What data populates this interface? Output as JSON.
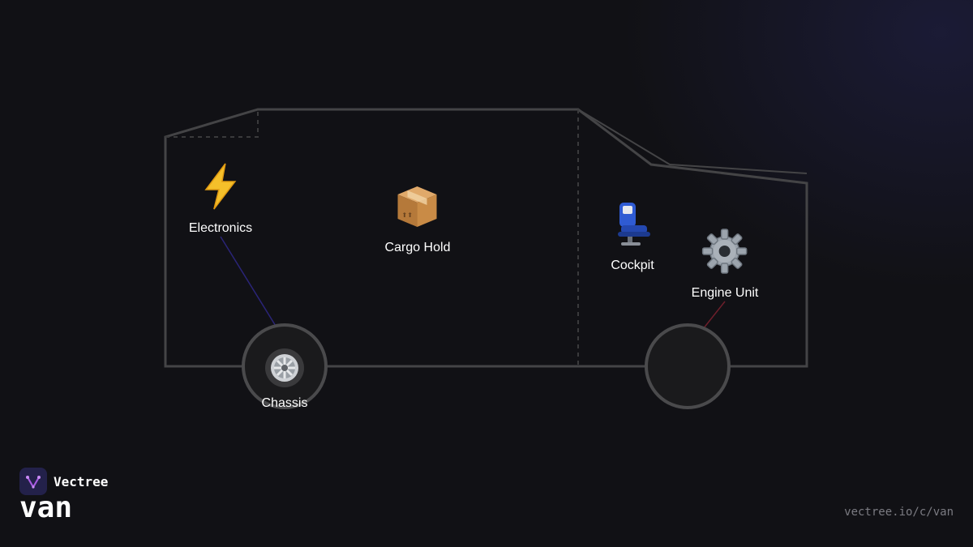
{
  "diagram": {
    "parts": [
      {
        "id": "electronics",
        "label": "Electronics",
        "icon": "lightning-bolt-icon",
        "glyph": "⚡"
      },
      {
        "id": "cargo",
        "label": "Cargo Hold",
        "icon": "package-box-icon",
        "glyph": "📦"
      },
      {
        "id": "cockpit",
        "label": "Cockpit",
        "icon": "seat-icon",
        "glyph": "💺"
      },
      {
        "id": "engine",
        "label": "Engine Unit",
        "icon": "gear-icon",
        "glyph": "⚙️"
      },
      {
        "id": "chassis",
        "label": "Chassis",
        "icon": "wheel-icon",
        "glyph": "🛞"
      }
    ],
    "colors": {
      "outline": "#444446",
      "electronics_link": "#2a2478",
      "engine_link": "#6e1f2b"
    }
  },
  "brand": {
    "name": "Vectree",
    "logo_icon": "vectree-logo-icon"
  },
  "page": {
    "name": "van",
    "url": "vectree.io/c/van"
  }
}
